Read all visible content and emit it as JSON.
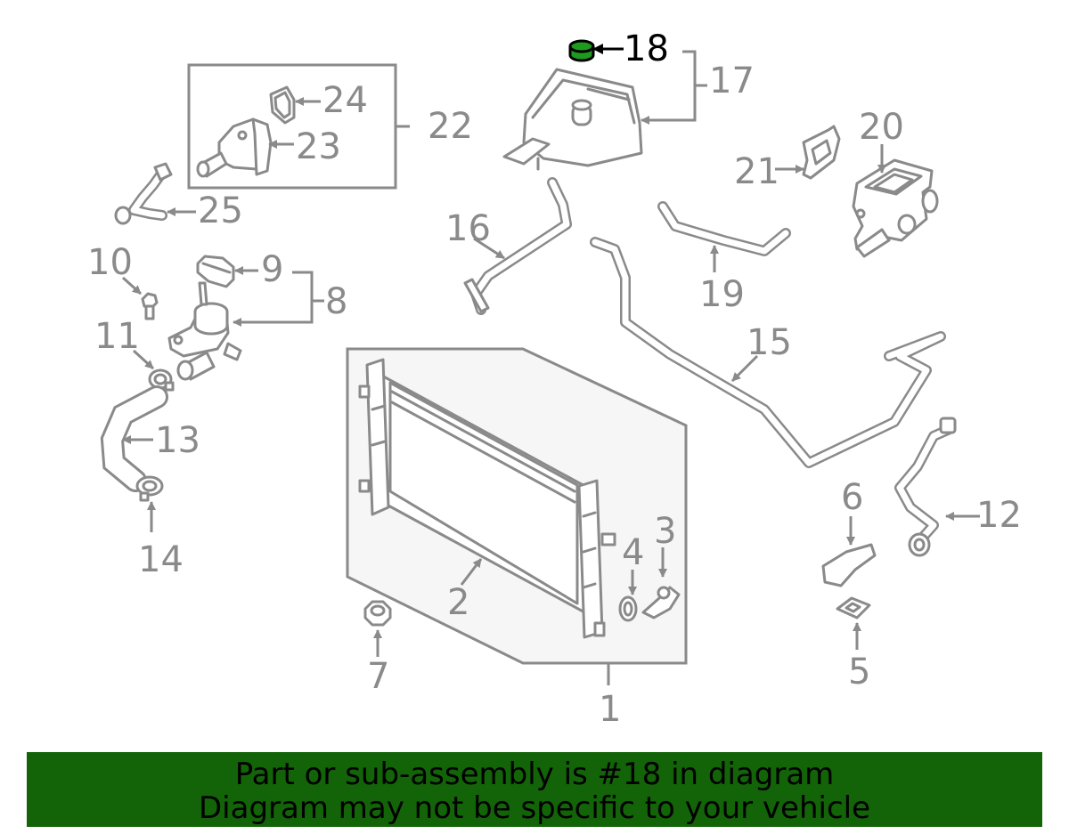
{
  "callouts": {
    "c1": "1",
    "c2": "2",
    "c3": "3",
    "c4": "4",
    "c5": "5",
    "c6": "6",
    "c7": "7",
    "c8": "8",
    "c9": "9",
    "c10": "10",
    "c11": "11",
    "c12": "12",
    "c13": "13",
    "c14": "14",
    "c15": "15",
    "c16": "16",
    "c17": "17",
    "c18": "18",
    "c19": "19",
    "c20": "20",
    "c21": "21",
    "c22": "22",
    "c23": "23",
    "c24": "24",
    "c25": "25"
  },
  "highlight_part": "18",
  "colors": {
    "line": "#8a8a8a",
    "highlight": "#136308",
    "banner": "#136308",
    "text": "#000000"
  },
  "banner": {
    "line1": "Part or sub-assembly is #18 in diagram",
    "line2": "Diagram may not be specific to your vehicle"
  }
}
